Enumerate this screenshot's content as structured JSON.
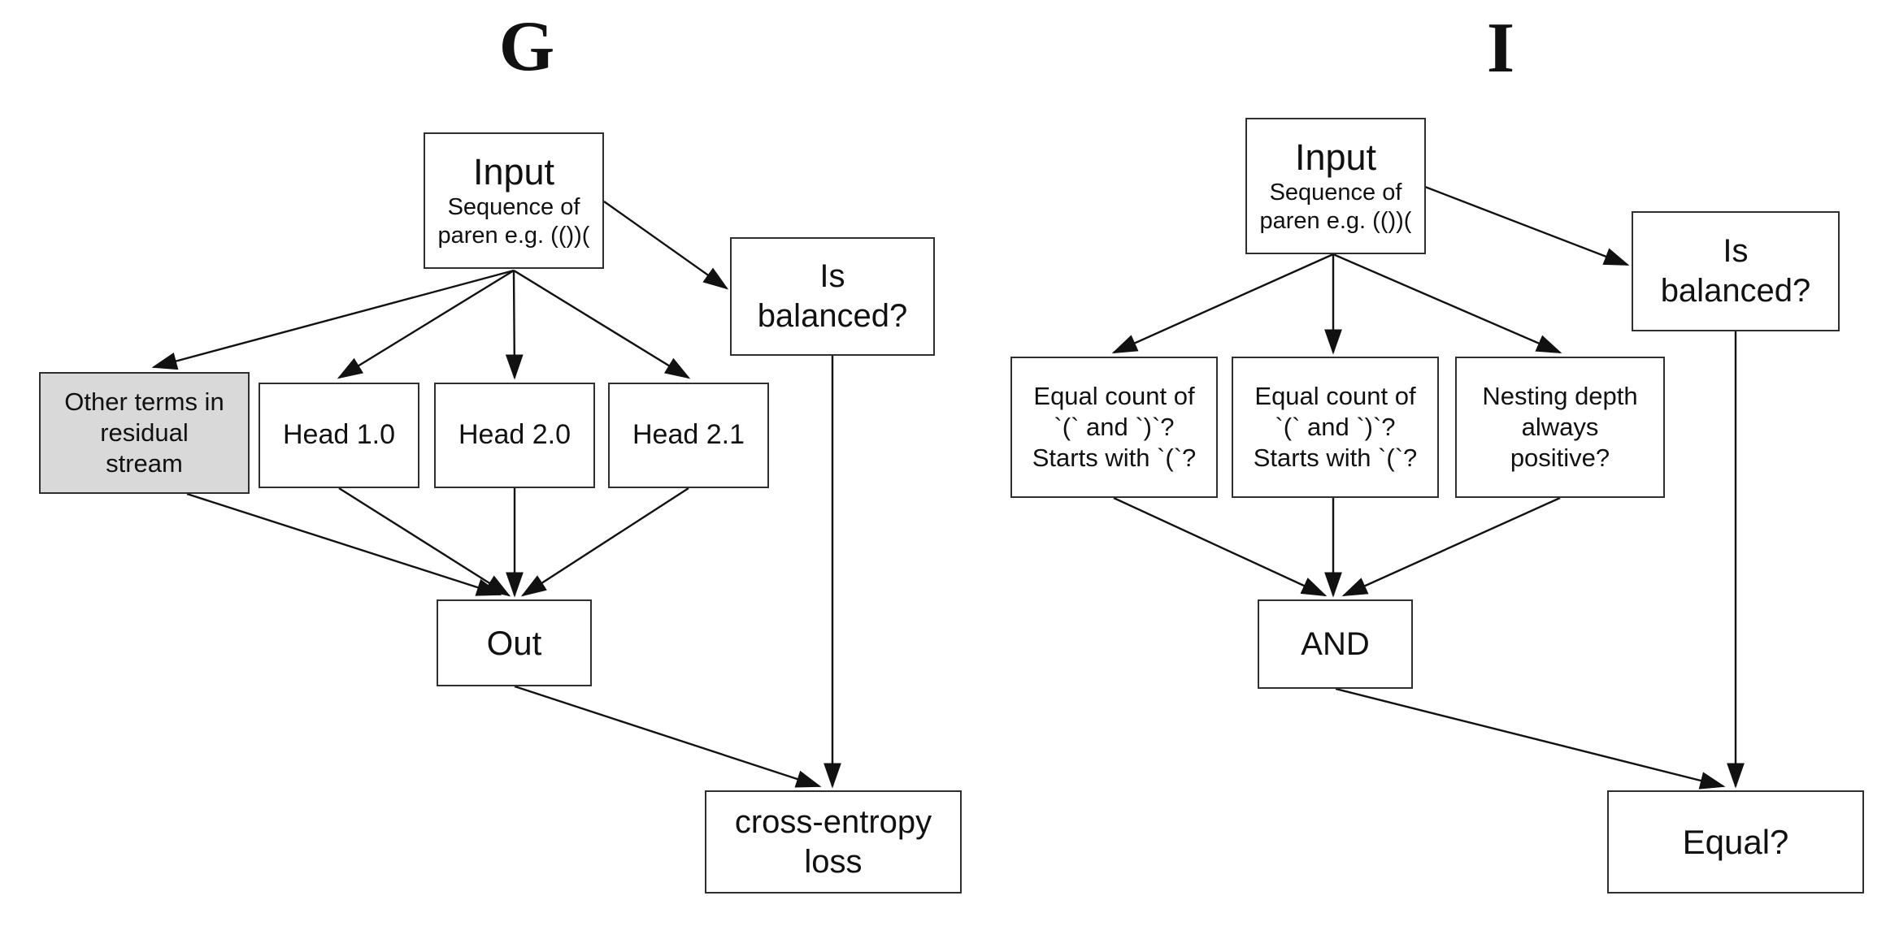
{
  "colors": {
    "background": "#ffffff",
    "node_fill": "#ffffff",
    "muted_node_fill": "#d9d9d9",
    "border": "#2f2f2f",
    "line": "#111111"
  },
  "diagram_g": {
    "title": "G",
    "nodes": {
      "input": {
        "title": "Input",
        "subtitle": "Sequence of\nparen e.g. (())("
      },
      "is_balanced": "Is\nbalanced?",
      "other_terms": "Other terms in\nresidual\nstream",
      "head_1_0": "Head 1.0",
      "head_2_0": "Head 2.0",
      "head_2_1": "Head 2.1",
      "out": "Out",
      "loss": "cross-entropy\nloss"
    }
  },
  "diagram_i": {
    "title": "I",
    "nodes": {
      "input": {
        "title": "Input",
        "subtitle": "Sequence of\nparen e.g. (())("
      },
      "is_balanced": "Is\nbalanced?",
      "check_1": "Equal count of\n`(` and `)`?\nStarts with `(`?",
      "check_2": "Equal count of\n`(` and `)`?\nStarts with `(`?",
      "check_3": "Nesting depth\nalways\npositive?",
      "and": "AND",
      "equal": "Equal?"
    }
  }
}
